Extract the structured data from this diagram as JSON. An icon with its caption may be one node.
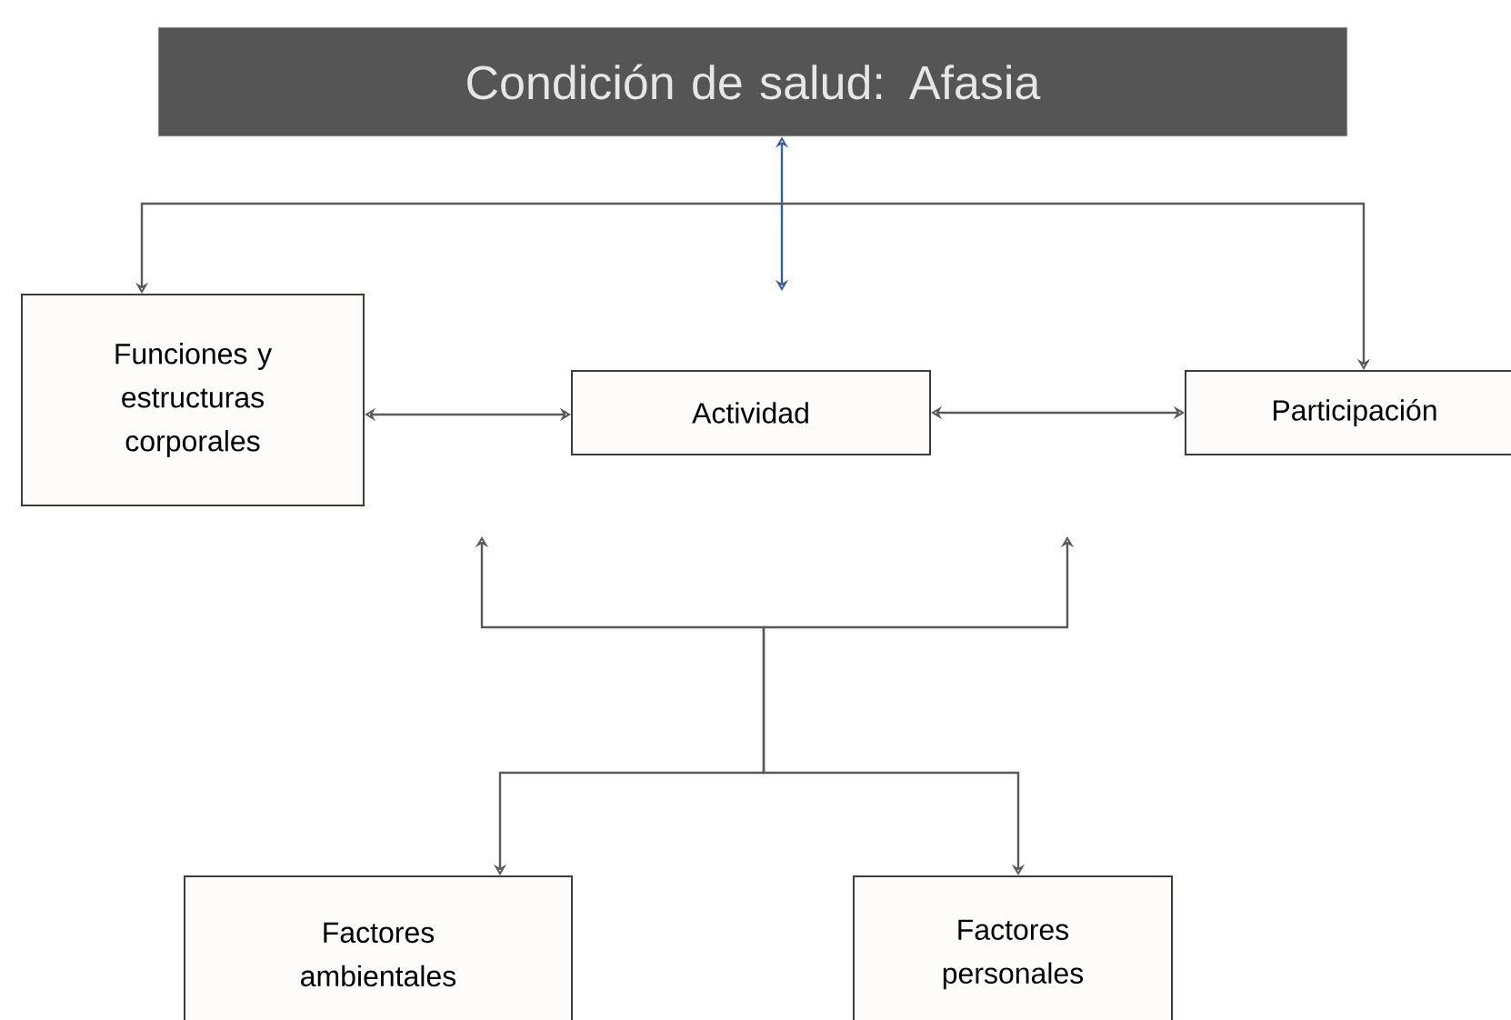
{
  "diagram": {
    "nodes": [
      {
        "text": [
          "Condición de salud: Afasia"
        ]
      },
      {
        "text": [
          "Funciones y estructuras corporales"
        ]
      },
      {
        "text": [
          "Actividad"
        ]
      },
      {
        "text": [
          "Participación"
        ]
      },
      {
        "text": [
          "Factores ambientales"
        ]
      },
      {
        "text": [
          "Factores personales"
        ]
      }
    ],
    "edges": [
      {
        "from": 0,
        "to": null,
        "arrow": "both",
        "color": "#3d5f99"
      },
      {
        "from": null,
        "to": 1,
        "arrow": "to"
      },
      {
        "from": null,
        "to": 3,
        "arrow": "to"
      },
      {
        "from": 1,
        "to": 2,
        "arrow": "both"
      },
      {
        "from": 2,
        "to": 3,
        "arrow": "both"
      },
      {
        "from": 4,
        "to": null,
        "arrow": "both"
      },
      {
        "from": 5,
        "to": null,
        "arrow": "both"
      }
    ]
  }
}
